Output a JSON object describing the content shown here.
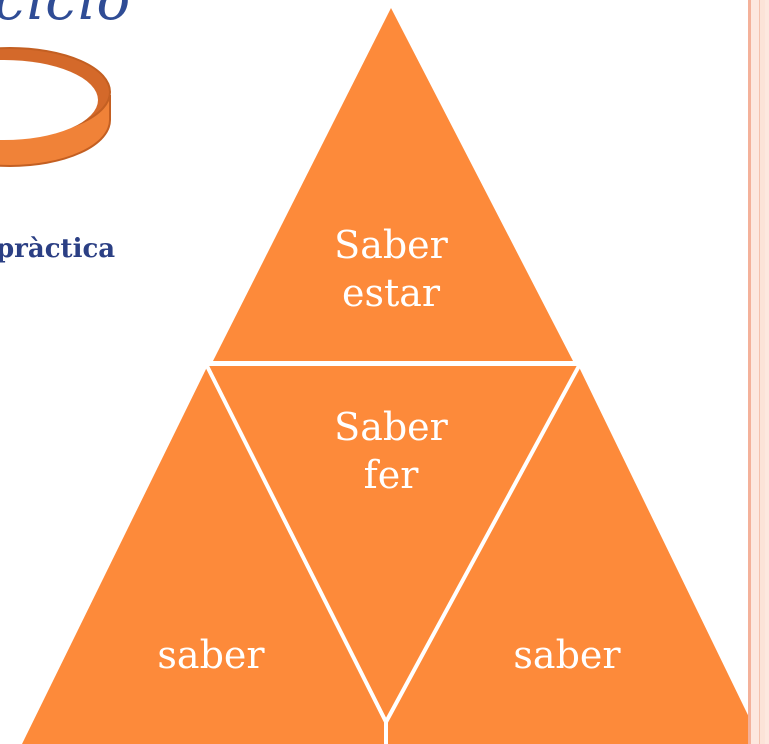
{
  "slide": {
    "title_fragment": "cicio",
    "subtitle_fragment": "pràctica"
  },
  "pyramid": {
    "top_label": "Saber\nestar",
    "center_label": "Saber\nfer",
    "left_label": "saber",
    "right_label": "saber",
    "fill_color": "#fd8a3a",
    "divider_color": "#ffffff"
  },
  "decor": {
    "ring_color": "#f08238",
    "panel_color": "#fde8df"
  }
}
